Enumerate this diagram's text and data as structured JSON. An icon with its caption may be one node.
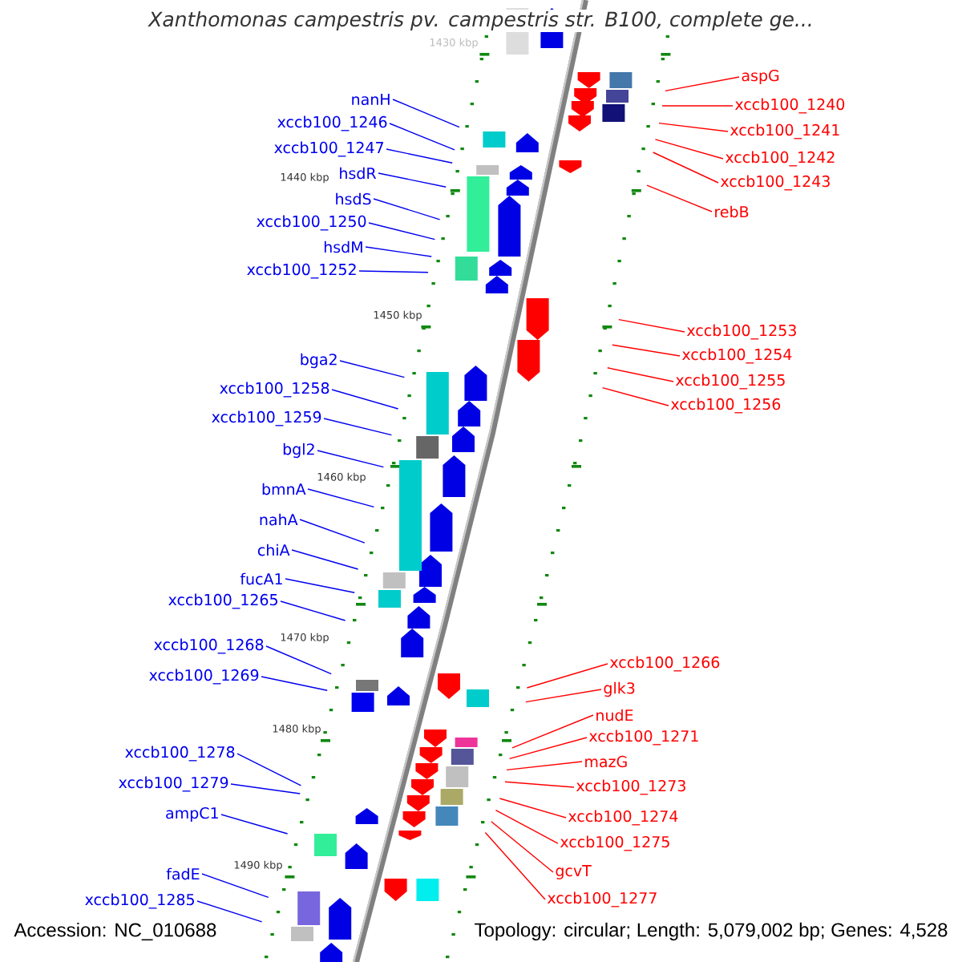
{
  "diagram": {
    "title": "Xanthomonas campestris pv. campestris str. B100, complete ge...",
    "nodes": [
      {
        "text": [
          "nanH"
        ]
      },
      {
        "text": [
          "xccb100_1246"
        ]
      },
      {
        "text": [
          "xccb100_1247"
        ]
      },
      {
        "text": [
          "hsdR"
        ]
      },
      {
        "text": [
          "hsdS"
        ]
      },
      {
        "text": [
          "xccb100_1250"
        ]
      },
      {
        "text": [
          "hsdM"
        ]
      },
      {
        "text": [
          "xccb100_1252"
        ]
      },
      {
        "text": [
          "bga2"
        ]
      },
      {
        "text": [
          "xccb100_1258"
        ]
      },
      {
        "text": [
          "xccb100_1259"
        ]
      },
      {
        "text": [
          "bgl2"
        ]
      },
      {
        "text": [
          "bmnA"
        ]
      },
      {
        "text": [
          "nahA"
        ]
      },
      {
        "text": [
          "chiA"
        ]
      },
      {
        "text": [
          "fucA1"
        ]
      },
      {
        "text": [
          "xccb100_1265"
        ]
      },
      {
        "text": [
          "xccb100_1268"
        ]
      },
      {
        "text": [
          "xccb100_1269"
        ]
      },
      {
        "text": [
          "xccb100_1278"
        ]
      },
      {
        "text": [
          "xccb100_1279"
        ]
      },
      {
        "text": [
          "ampC1"
        ]
      },
      {
        "text": [
          "fadE"
        ]
      },
      {
        "text": [
          "xccb100_1285"
        ]
      },
      {
        "text": [
          "aspG"
        ]
      },
      {
        "text": [
          "xccb100_1240"
        ]
      },
      {
        "text": [
          "xccb100_1241"
        ]
      },
      {
        "text": [
          "xccb100_1242"
        ]
      },
      {
        "text": [
          "xccb100_1243"
        ]
      },
      {
        "text": [
          "rebB"
        ]
      },
      {
        "text": [
          "xccb100_1253"
        ]
      },
      {
        "text": [
          "xccb100_1254"
        ]
      },
      {
        "text": [
          "xccb100_1255"
        ]
      },
      {
        "text": [
          "xccb100_1256"
        ]
      },
      {
        "text": [
          "xccb100_1266"
        ]
      },
      {
        "text": [
          "glk3"
        ]
      },
      {
        "text": [
          "nudE"
        ]
      },
      {
        "text": [
          "xccb100_1271"
        ]
      },
      {
        "text": [
          "mazG"
        ]
      },
      {
        "text": [
          "xccb100_1273"
        ]
      },
      {
        "text": [
          "xccb100_1274"
        ]
      },
      {
        "text": [
          "xccb100_1275"
        ]
      },
      {
        "text": [
          "gcvT"
        ]
      },
      {
        "text": [
          "xccb100_1277"
        ]
      }
    ],
    "edges": [
      {
        "from": 0,
        "to": null,
        "arrow": "none"
      },
      {
        "from": 1,
        "to": null,
        "arrow": "none"
      },
      {
        "from": 2,
        "to": null,
        "arrow": "none"
      },
      {
        "from": 3,
        "to": null,
        "arrow": "none"
      },
      {
        "from": 4,
        "to": null,
        "arrow": "none"
      },
      {
        "from": 5,
        "to": null,
        "arrow": "none"
      },
      {
        "from": 6,
        "to": null,
        "arrow": "none"
      },
      {
        "from": 7,
        "to": null,
        "arrow": "none"
      },
      {
        "from": 8,
        "to": null,
        "arrow": "none"
      },
      {
        "from": 9,
        "to": null,
        "arrow": "none"
      },
      {
        "from": 10,
        "to": null,
        "arrow": "none"
      },
      {
        "from": 11,
        "to": null,
        "arrow": "none"
      },
      {
        "from": 12,
        "to": null,
        "arrow": "none"
      },
      {
        "from": 13,
        "to": null,
        "arrow": "none"
      },
      {
        "from": 14,
        "to": null,
        "arrow": "none"
      },
      {
        "from": 15,
        "to": null,
        "arrow": "none"
      },
      {
        "from": 16,
        "to": null,
        "arrow": "none"
      },
      {
        "from": 17,
        "to": null,
        "arrow": "none"
      },
      {
        "from": 18,
        "to": null,
        "arrow": "none"
      },
      {
        "from": 19,
        "to": null,
        "arrow": "none"
      },
      {
        "from": 20,
        "to": null,
        "arrow": "none"
      },
      {
        "from": 21,
        "to": null,
        "arrow": "none"
      },
      {
        "from": 22,
        "to": null,
        "arrow": "none"
      },
      {
        "from": 23,
        "to": null,
        "arrow": "none"
      },
      {
        "from": 24,
        "to": null,
        "arrow": "none",
        "color": "#ff0000"
      },
      {
        "from": 25,
        "to": null,
        "arrow": "none",
        "color": "#ff0000"
      },
      {
        "from": 26,
        "to": null,
        "arrow": "none",
        "color": "#ff0000"
      },
      {
        "from": 27,
        "to": null,
        "arrow": "none",
        "color": "#ff0000"
      },
      {
        "from": 28,
        "to": null,
        "arrow": "none",
        "color": "#ff0000"
      },
      {
        "from": 29,
        "to": null,
        "arrow": "none",
        "color": "#ff0000"
      },
      {
        "from": 30,
        "to": null,
        "arrow": "none",
        "color": "#ff0000"
      },
      {
        "from": 31,
        "to": null,
        "arrow": "none",
        "color": "#ff0000"
      },
      {
        "from": 32,
        "to": null,
        "arrow": "none",
        "color": "#ff0000"
      },
      {
        "from": 33,
        "to": null,
        "arrow": "none",
        "color": "#ff0000"
      },
      {
        "from": 34,
        "to": null,
        "arrow": "none",
        "color": "#ff0000"
      },
      {
        "from": 35,
        "to": null,
        "arrow": "none",
        "color": "#ff0000"
      },
      {
        "from": 36,
        "to": null,
        "arrow": "none",
        "color": "#ff0000"
      },
      {
        "from": 37,
        "to": null,
        "arrow": "none",
        "color": "#ff0000"
      },
      {
        "from": 38,
        "to": null,
        "arrow": "none",
        "color": "#ff0000"
      },
      {
        "from": 39,
        "to": null,
        "arrow": "none",
        "color": "#ff0000"
      },
      {
        "from": 40,
        "to": null,
        "arrow": "none",
        "color": "#ff0000"
      },
      {
        "from": 41,
        "to": null,
        "arrow": "none",
        "color": "#ff0000"
      },
      {
        "from": 42,
        "to": null,
        "arrow": "none",
        "color": "#ff0000"
      },
      {
        "from": 43,
        "to": null,
        "arrow": "none",
        "color": "#ff0000"
      }
    ],
    "labels": [
      "1430 kbp",
      "1440 kbp",
      "1450 kbp",
      "1460 kbp",
      "1470 kbp",
      "1480 kbp",
      "1490 kbp",
      "Accession: NC_010688",
      "Topology: circular; Length: 5,079,002 bp; Genes: 4,528"
    ]
  }
}
